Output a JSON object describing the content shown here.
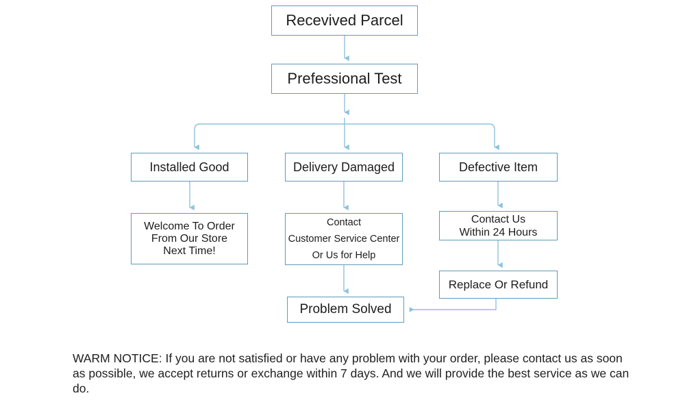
{
  "diagram": {
    "title": "Return and Service Process Flowchart",
    "accent_color": "#5c9cb8",
    "connector_color": "#8fc2dc",
    "background_color": "#ffffff",
    "text_color": "#1c1c1c"
  },
  "nodes": {
    "received": {
      "label": "Recevived Parcel"
    },
    "test": {
      "label": "Prefessional Test"
    },
    "installed": {
      "label": "Installed Good"
    },
    "delivery": {
      "label": "Delivery Damaged"
    },
    "defective": {
      "label": "Defective Item"
    },
    "welcome": {
      "label": "Welcome To Order\nFrom Our Store\nNext Time!"
    },
    "contact_csc": {
      "label": "Contact\nCustomer Service Center\nOr Us for Help"
    },
    "contact_24": {
      "label": "Contact Us\nWithin 24 Hours"
    },
    "replace": {
      "label": "Replace Or Refund"
    },
    "solved": {
      "label": "Problem Solved"
    }
  },
  "edges": [
    {
      "from": "received",
      "to": "test",
      "style": "straight-down"
    },
    {
      "from": "test",
      "to": "branch-bus",
      "style": "straight-down"
    },
    {
      "from": "branch-bus",
      "to": "installed",
      "style": "elbow-left"
    },
    {
      "from": "branch-bus",
      "to": "delivery",
      "style": "straight-down"
    },
    {
      "from": "branch-bus",
      "to": "defective",
      "style": "elbow-right"
    },
    {
      "from": "installed",
      "to": "welcome",
      "style": "straight-down"
    },
    {
      "from": "delivery",
      "to": "contact_csc",
      "style": "straight-down"
    },
    {
      "from": "defective",
      "to": "contact_24",
      "style": "straight-down"
    },
    {
      "from": "contact_24",
      "to": "replace",
      "style": "straight-down"
    },
    {
      "from": "contact_csc",
      "to": "solved",
      "style": "straight-down"
    },
    {
      "from": "replace",
      "to": "solved",
      "style": "elbow-left-into-side"
    }
  ],
  "notice": {
    "text": "WARM NOTICE: If you are not satisfied or have any problem with your order, please contact us as soon as possible, we accept returns or exchange  within 7 days. And we will provide the best service as we can do."
  }
}
